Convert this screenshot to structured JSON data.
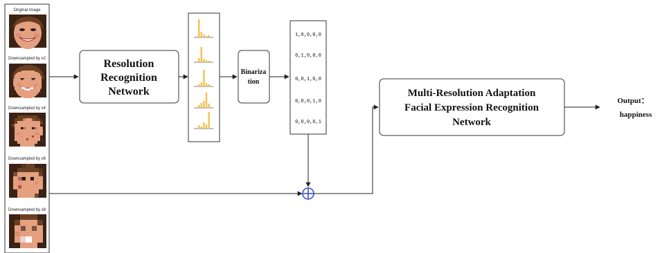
{
  "input_panel": {
    "faces": [
      {
        "label": "Original Image",
        "pixel_block": 1
      },
      {
        "label": "Downsampled by x2",
        "pixel_block": 2
      },
      {
        "label": "Downsampled by x4",
        "pixel_block": 4
      },
      {
        "label": "Downsampled by x6",
        "pixel_block": 6
      },
      {
        "label": "Downsampled by x8",
        "pixel_block": 8
      }
    ]
  },
  "resolution_network": {
    "lines": [
      "Resolution",
      "Recognition",
      "Network"
    ]
  },
  "histograms": {
    "count": 5,
    "bar_color": "#f2c14e"
  },
  "binarization": {
    "lines": [
      "Binariza",
      "tion"
    ]
  },
  "one_hot_vectors": [
    "1,0,0,0,0",
    "0,1,0,0,0",
    "0,0,1,0,0",
    "0,0,0,1,0",
    "0,0,0,0,1"
  ],
  "adaptation_network": {
    "lines": [
      "Multi-Resolution Adaptation",
      "Facial Expression Recognition",
      "Network"
    ]
  },
  "output": {
    "label": "Output：",
    "value": "happiness"
  },
  "merge_node": {
    "symbol": "plus-circle",
    "color": "#3a4fc7"
  }
}
